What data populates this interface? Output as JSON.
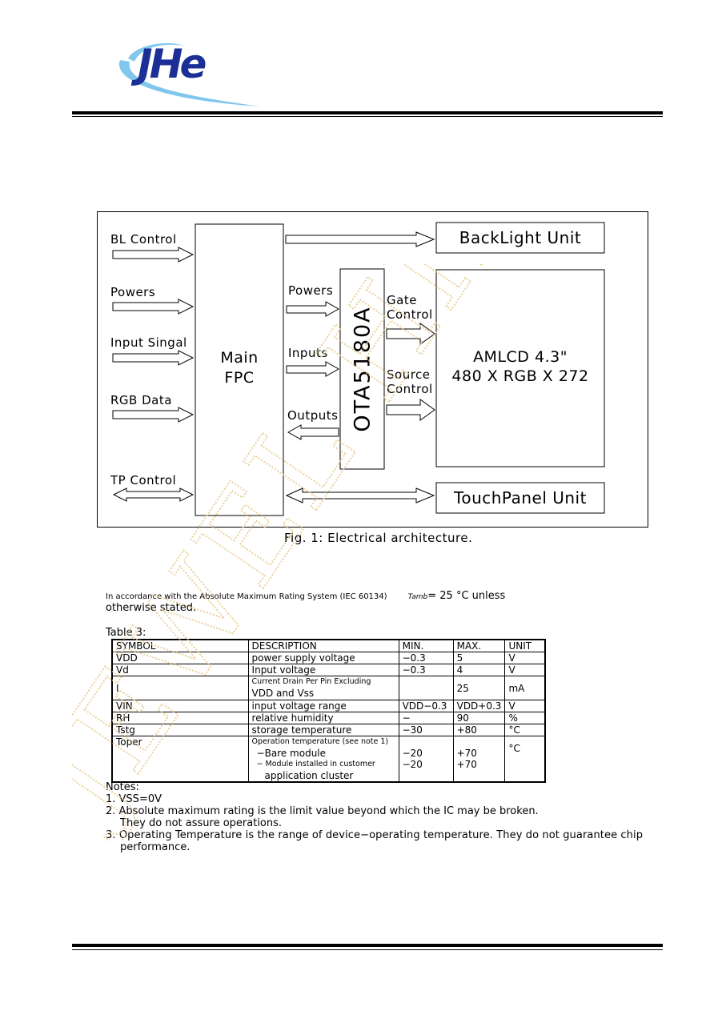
{
  "header": {
    "logo_text": "JHe"
  },
  "diagram": {
    "inputs": [
      {
        "label": "BL Control",
        "kind": "in"
      },
      {
        "label": "Powers",
        "kind": "in"
      },
      {
        "label": "Input Singal",
        "kind": "in"
      },
      {
        "label": "RGB Data",
        "kind": "in"
      },
      {
        "label": "TP Control",
        "kind": "bidir"
      }
    ],
    "main_fpc": {
      "line1": "Main",
      "line2": "FPC"
    },
    "chip": "OTA5180A",
    "chip_inputs": {
      "powers": "Powers",
      "inputs": "Inputs",
      "outputs": "Outputs"
    },
    "gate_control": {
      "line1": "Gate",
      "line2": "Control"
    },
    "source_control": {
      "line1": "Source",
      "line2": "Control"
    },
    "backlight_unit": "BackLight Unit",
    "lcd": {
      "line1": "AMLCD 4.3\"",
      "line2": "480 X RGB X 272"
    },
    "touch_panel_unit": "TouchPanel Unit",
    "caption": "Fig. 1:  Electrical architecture."
  },
  "intro": {
    "part1": "In accordance with the Absolute Maximum Rating System (IEC 60134)",
    "tamb": "Tamb",
    "part2": "= 25 °C unless",
    "line2": "otherwise stated."
  },
  "table": {
    "title": "Table 3:",
    "headers": [
      "SYMBOL",
      "DESCRIPTION",
      "MIN.",
      "MAX.",
      "UNIT"
    ],
    "rows": [
      {
        "symbol": "VDD",
        "desc": "power supply voltage",
        "min": "−0.3",
        "max": "5",
        "unit": "V"
      },
      {
        "symbol": "Vd",
        "desc": "Input voltage",
        "min": "−0.3",
        "max": "4",
        "unit": "V"
      },
      {
        "symbol": "I",
        "desc_small": "Current Drain Per Pin Excluding",
        "desc": "VDD and Vss",
        "min": "",
        "max": "25",
        "unit": "mA"
      },
      {
        "symbol": "VIN",
        "desc": "input voltage range",
        "min": "VDD−0.3",
        "max": "VDD+0.3",
        "unit": "V"
      },
      {
        "symbol": "RH",
        "desc": "relative humidity",
        "min": "−",
        "max": "90",
        "unit": "%"
      },
      {
        "symbol": "Tstg",
        "desc": "storage temperature",
        "min": "−30",
        "max": "+80",
        "unit": "°C"
      },
      {
        "symbol": "Toper",
        "desc_small": "Operation temperature (see note 1)",
        "desc_a": "−Bare module",
        "desc_b": "− Module installed in customer",
        "desc_c": "application cluster",
        "min_a": "−20",
        "min_b": "−20",
        "max_a": "+70",
        "max_b": "+70",
        "unit": "°C"
      }
    ]
  },
  "notes": {
    "title": "Notes:",
    "n1": "1. VSS=0V",
    "n2a": "2. Absolute maximum rating is the limit value beyond which the IC may be broken.",
    "n2b": "They do not assure operations.",
    "n3a": "3. Operating Temperature is the range of device−operating temperature. They do not guarantee chip",
    "n3b": "performance."
  },
  "watermark": "JEWEL HILL"
}
